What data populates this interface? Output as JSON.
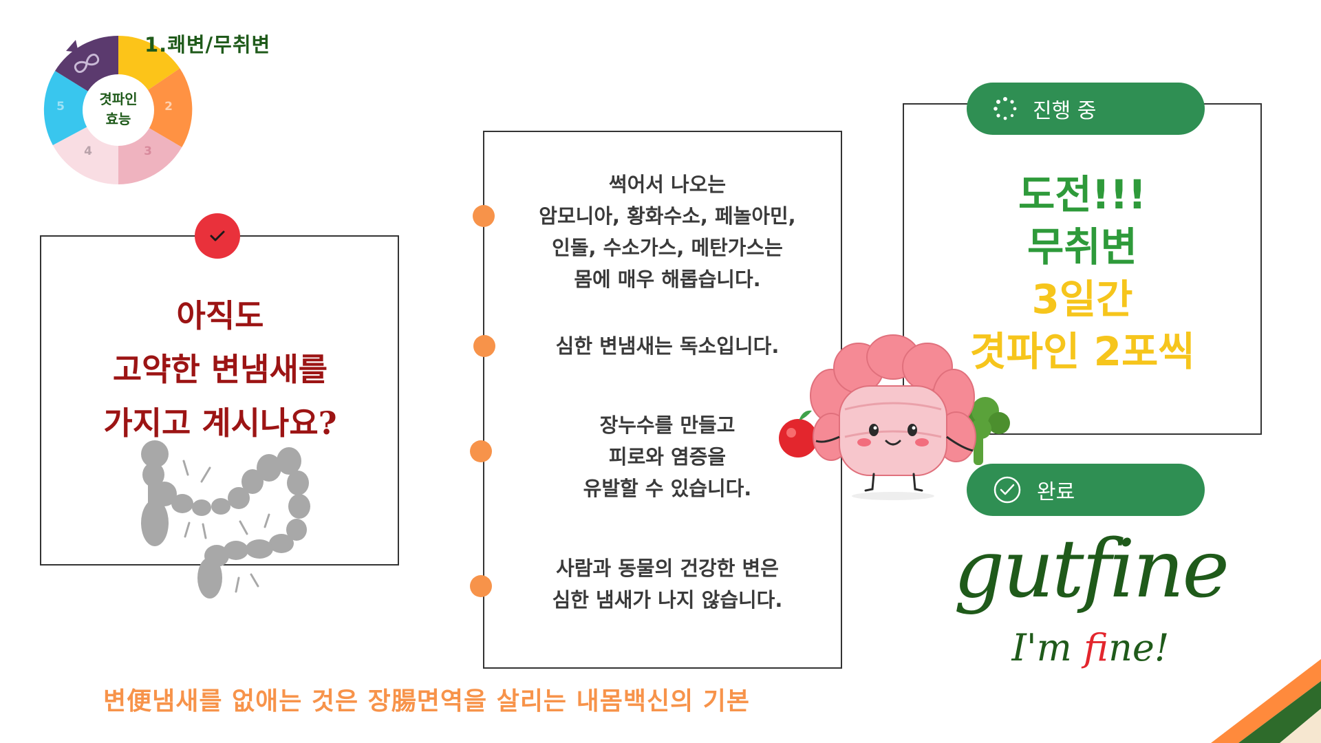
{
  "wheel": {
    "title": "1.쾌변/무취변",
    "center": [
      "겻파인",
      "효능"
    ],
    "segments": [
      "2",
      "3",
      "4",
      "5"
    ],
    "colors": {
      "yellow": "#fcc419",
      "orange": "#ff9243",
      "pink": "#efb3bf",
      "light_pink": "#f9dde3",
      "cyan": "#39c6ee",
      "purple": "#5b3a6e"
    },
    "icon": "infinity-icon"
  },
  "left_card": {
    "badge_icon": "check-icon",
    "question": [
      "아직도",
      "고약한 변냄새를",
      "가지고 계시나요?"
    ],
    "illustration": "gray-intestine-icon"
  },
  "middle_card": {
    "paragraphs": [
      [
        "썩어서 나오는",
        "암모니아, 황화수소, 페놀아민,",
        "인돌, 수소가스, 메탄가스는",
        "몸에 매우 해롭습니다."
      ],
      [
        "심한 변냄새는 독소입니다."
      ],
      [
        "장누수를 만들고",
        "피로와 염증을",
        "유발할 수 있습니다."
      ],
      [
        "사람과 동물의 건강한 변은",
        "심한 냄새가 나지 않습니다."
      ]
    ],
    "bullet_color": "#f7934a"
  },
  "right_card": {
    "status_in_progress": "진행 중",
    "status_done": "완료",
    "challenge": [
      "도전!!!",
      "무취변",
      "3일간",
      "겻파인 2포씩"
    ],
    "pill_color": "#2f8f53"
  },
  "logo": {
    "main": "gutfine",
    "sub_before": "I'm ",
    "sub_highlight": "f",
    "sub_after": "ine!"
  },
  "banner": "변便냄새를 없애는 것은 장腸면역을 살리는 내몸백신의 기본"
}
